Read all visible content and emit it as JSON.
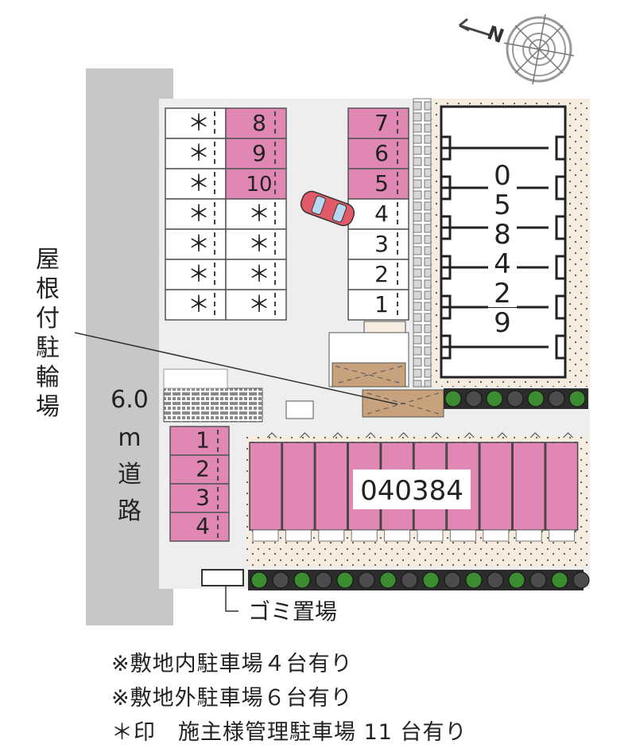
{
  "compass": {
    "label": "N",
    "icon": "compass-icon"
  },
  "road": {
    "width_label": "6.0",
    "chars": [
      "m",
      "道",
      "路"
    ]
  },
  "bike_shelter": {
    "chars": [
      "屋",
      "根",
      "付",
      "駐",
      "輪",
      "場"
    ]
  },
  "trash_label": "ゴミ置場",
  "building_top": {
    "digits": [
      "0",
      "5",
      "8",
      "4",
      "2",
      "9"
    ]
  },
  "building_bottom": {
    "label": "040384"
  },
  "parking": {
    "col_left": [
      "＊",
      "＊",
      "＊",
      "＊",
      "＊",
      "＊",
      "＊"
    ],
    "col_mid": [
      "8",
      "9",
      "10",
      "＊",
      "＊",
      "＊",
      "＊"
    ],
    "col_right": [
      "7",
      "6",
      "5",
      "4",
      "3",
      "2",
      "1"
    ],
    "col_right_highlight": [
      true,
      true,
      true,
      false,
      false,
      false,
      false
    ],
    "lower_left": [
      "1",
      "2",
      "3",
      "4"
    ]
  },
  "notes": [
    "※敷地内駐車場４台有り",
    "※敷地外駐車場６台有り",
    "＊印　施主様管理駐車場 11 台有り"
  ],
  "colors": {
    "pink": "#e187b4",
    "road": "#c7c7c8",
    "site": "#eeeeef",
    "tan": "#c8a27c",
    "green": "#3c8c32"
  }
}
